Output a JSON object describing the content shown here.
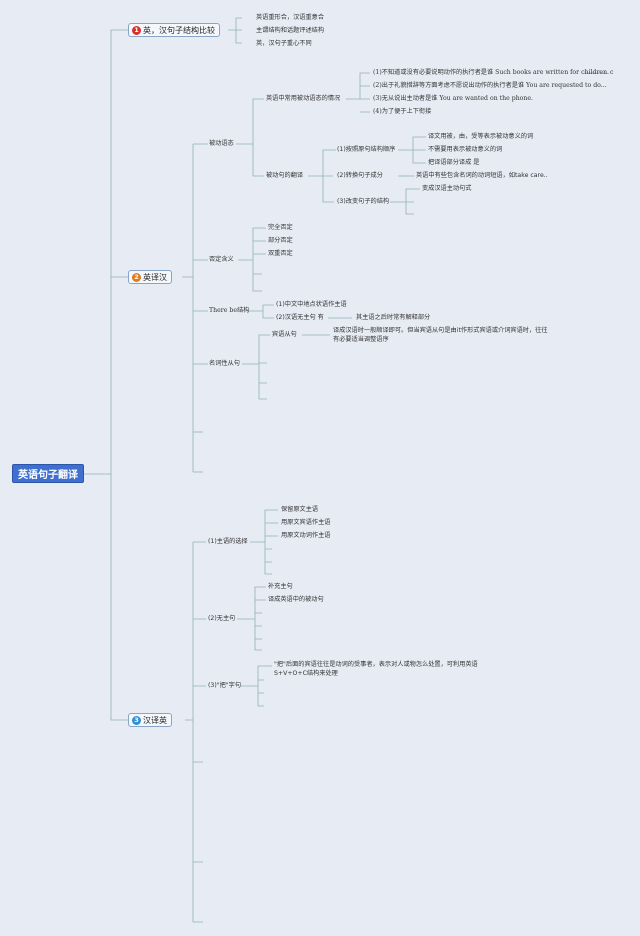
{
  "root": "英语句子翻译",
  "colors": {
    "background": "#e6ebf4",
    "root": "#3f6fcf",
    "line": "#8fb3ba",
    "num1": "#d9302a",
    "num2": "#e07a1f",
    "num3": "#2f8fd6"
  },
  "topics": [
    {
      "num": "1",
      "label": "英，汉句子结构比较"
    },
    {
      "num": "2",
      "label": "英译汉"
    },
    {
      "num": "3",
      "label": "汉译英"
    }
  ],
  "t1": [
    "英语重形合，汉语重意合",
    "主谓结构和话题评述结构",
    "英，汉句子重心不同"
  ],
  "t2": {
    "passive": "被动语态",
    "passive_cases": "英语中常用被动语态的情况",
    "cases": [
      "(1)不知道或没有必要说明动作的执行者是谁 Such books are written for children.",
      "(2)出于礼貌措辞等方面考虑不愿说出动作的执行者是谁 You are requested to do...",
      "(3)无从说出主动者是谁 You are wanted on the phone.",
      "(4)为了便于上下衔接"
    ],
    "case_tail": "c",
    "passive_trans": "被动句的翻译",
    "keep_order": "(1)按照原句结构顺序",
    "keep_items": [
      "译文用被，由，受等表示被动意义的词",
      "不需要用表示被动意义的词",
      "把译语部分译成 是"
    ],
    "convert": "(2)转换句子成分",
    "convert_desc": "英语中有些包含名词的动词短语，如take care..",
    "change": "(3)改变句子的结构",
    "change_desc": "变成汉语主动句式",
    "negation": "否定含义",
    "neg_items": [
      "完全否定",
      "部分否定",
      "双重否定"
    ],
    "therebe": "There be结构",
    "therebe_items": [
      "(1)中文中地点状语作主语",
      "(2)汉语无主句 有"
    ],
    "therebe_desc": "其主语之后时常有解释部分",
    "nominal": "名词性从句",
    "appositive": "宾语从句",
    "appositive_desc": "译成汉语时一般顺译即可。但当宾语从句是由it作形式宾语或介词宾语时，往往有必要适当调整语序"
  },
  "t3": {
    "subject": "(1)主语的选择",
    "subject_items": [
      "保留原文主语",
      "用原文宾语作主语",
      "用原文动词作主语"
    ],
    "nosubject": "(2)无主句",
    "nosubject_items": [
      "补充主句",
      "译成英语中的被动句"
    ],
    "ba": "(3)\"把\"字句",
    "ba_desc": "\"把\"后面的宾语往往是动词的受事者，表示对人或物怎么处置，可利用英语S+V+O+C结构来处理"
  }
}
